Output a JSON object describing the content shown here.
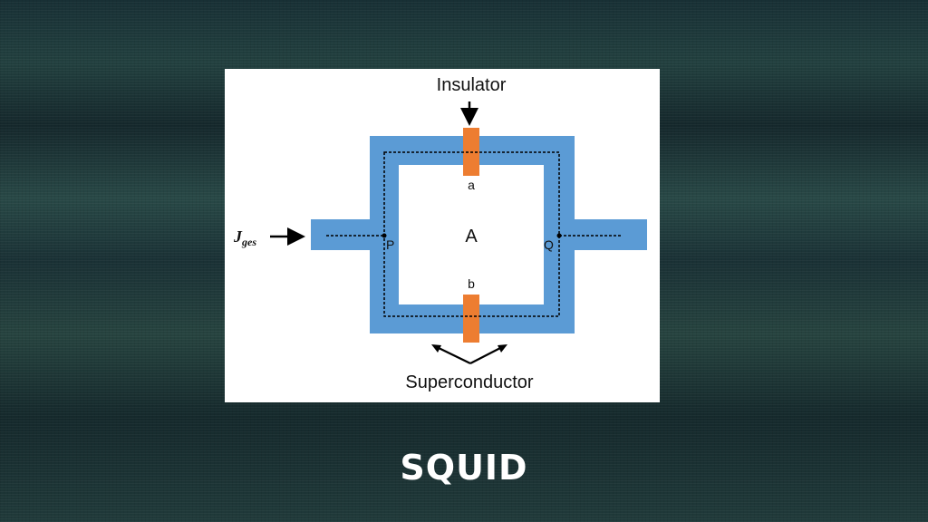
{
  "caption": "SQUID",
  "diagram": {
    "labels": {
      "insulator": "Insulator",
      "superconductor": "Superconductor",
      "junction_a": "a",
      "junction_b": "b",
      "area": "A",
      "point_p": "P",
      "point_q": "Q",
      "current_main": "J",
      "current_sub": "ges"
    },
    "colors": {
      "superconductor": "#5b9bd5",
      "insulator": "#ed7d31",
      "background": "#1b3338",
      "panel": "#ffffff"
    }
  }
}
